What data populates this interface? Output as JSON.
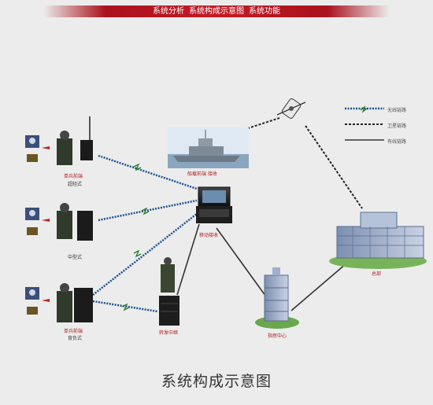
{
  "header": {
    "nav": [
      "系统分析",
      "系统构成示意图",
      "系统功能"
    ]
  },
  "diagram": {
    "caption": "系统构成示意图",
    "legend": [
      "无线链路",
      "卫星链路",
      "有线链路"
    ],
    "nodes": {
      "unit_top": "单兵前端",
      "unit_top_sub": "超轻式",
      "unit_mid_sub": "中型式",
      "unit_bottom": "单兵前端",
      "unit_bottom_sub": "背负式",
      "ship": "船载前端 接收",
      "portable": "移动接收",
      "relay": "转发中继",
      "command": "指挥中心",
      "hq": "总部"
    }
  }
}
